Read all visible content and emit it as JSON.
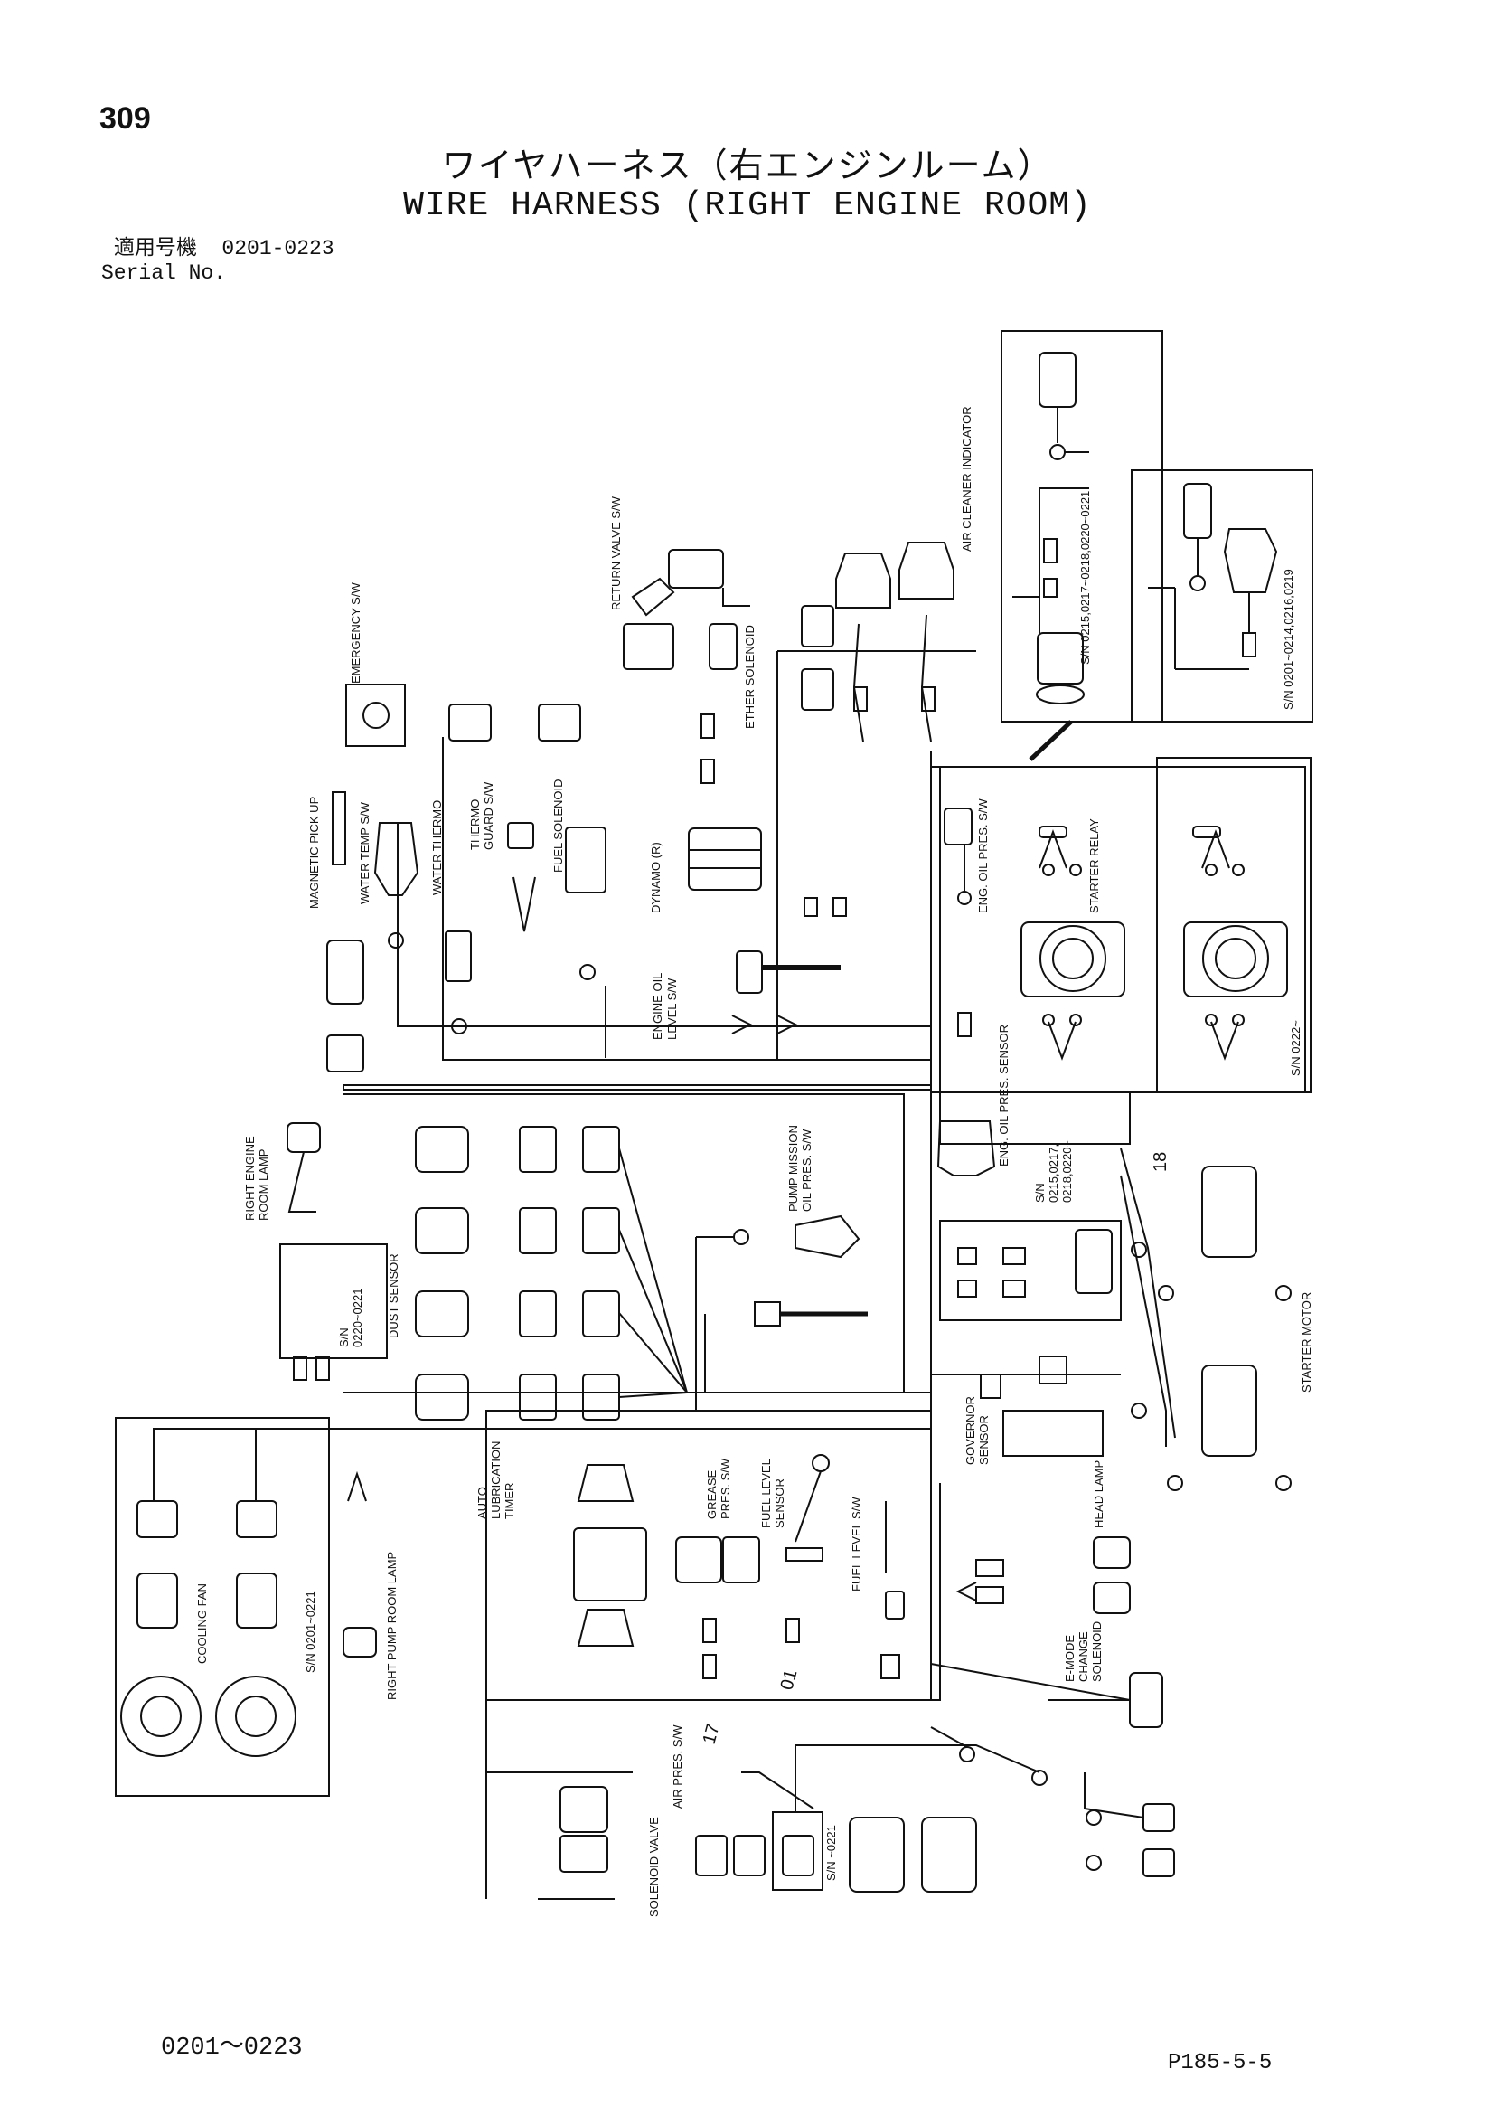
{
  "page_number": "309",
  "title_jp": "ワイヤハーネス（右エンジンルーム）",
  "title_en": "WIRE HARNESS (RIGHT ENGINE ROOM)",
  "serial": {
    "label_jp": "適用号機",
    "range": "0201-0223",
    "label_en": "Serial No."
  },
  "footer": {
    "range": "0201～0223",
    "page_code": "P185-5-5"
  },
  "labels": {
    "air_cleaner_indicator": "AIR CLEANER INDICATOR",
    "sn_0215_0221": "S/N 0215,0217~0218,0220~0221",
    "sn_0201_0219": "S/N 0201~0214,0216,0219",
    "return_valve": "RETURN VALVE S/W",
    "ether_solenoid": "ETHER SOLENOID",
    "emergency": "EMERGENCY S/W",
    "magnetic_pickup": "MAGNETIC PICK UP",
    "water_temp": "WATER TEMP S/W",
    "water_thermo": "WATER THERMO",
    "thermo_guard_1": "THERMO",
    "thermo_guard_2": "GUARD S/W",
    "fuel_solenoid": "FUEL SOLENOID",
    "dynamo": "DYNAMO (R)",
    "engine_oil_level_1": "ENGINE OIL",
    "engine_oil_level_2": "LEVEL S/W",
    "eng_oil_pres_sw": "ENG. OIL PRES. S/W",
    "starter_relay": "STARTER RELAY",
    "eng_oil_pres_sensor": "ENG. OIL PRES. SENSOR",
    "sn_0222": "S/N 0222~",
    "right_engine_room_lamp_1": "RIGHT ENGINE",
    "right_engine_room_lamp_2": "ROOM LAMP",
    "sn_0220_0221_1": "S/N",
    "sn_0220_0221_2": "0220~0221",
    "dust_sensor": "DUST SENSOR",
    "pump_mission_1": "PUMP MISSION",
    "pump_mission_2": "OIL PRES. S/W",
    "sn_0215_1": "S/N",
    "sn_0215_2": "0215,0217,",
    "sn_0215_3": "0218,0220~",
    "wire_18": "18",
    "starter_motor": "STARTER MOTOR",
    "governor_sensor_1": "GOVERNOR",
    "governor_sensor_2": "SENSOR",
    "head_lamp": "HEAD LAMP",
    "auto_lub_1": "AUTO",
    "auto_lub_2": "LUBRICATION",
    "auto_lub_3": "TIMER",
    "grease_1": "GREASE",
    "grease_2": "PRES. S/W",
    "fuel_level_sensor_1": "FUEL LEVEL",
    "fuel_level_sensor_2": "SENSOR",
    "fuel_level_sw": "FUEL LEVEL S/W",
    "emode_1": "E-MODE",
    "emode_2": "CHANGE",
    "emode_3": "SOLENOID",
    "cooling_fan": "COOLING FAN",
    "sn_0201_0221": "S/N 0201~0221",
    "right_pump_room_lamp": "RIGHT PUMP ROOM LAMP",
    "wire_17": "17",
    "wire_01": "01",
    "air_pres": "AIR PRES. S/W",
    "solenoid_valve": "SOLENOID VALVE",
    "sn_0221": "S/N ~0221"
  }
}
